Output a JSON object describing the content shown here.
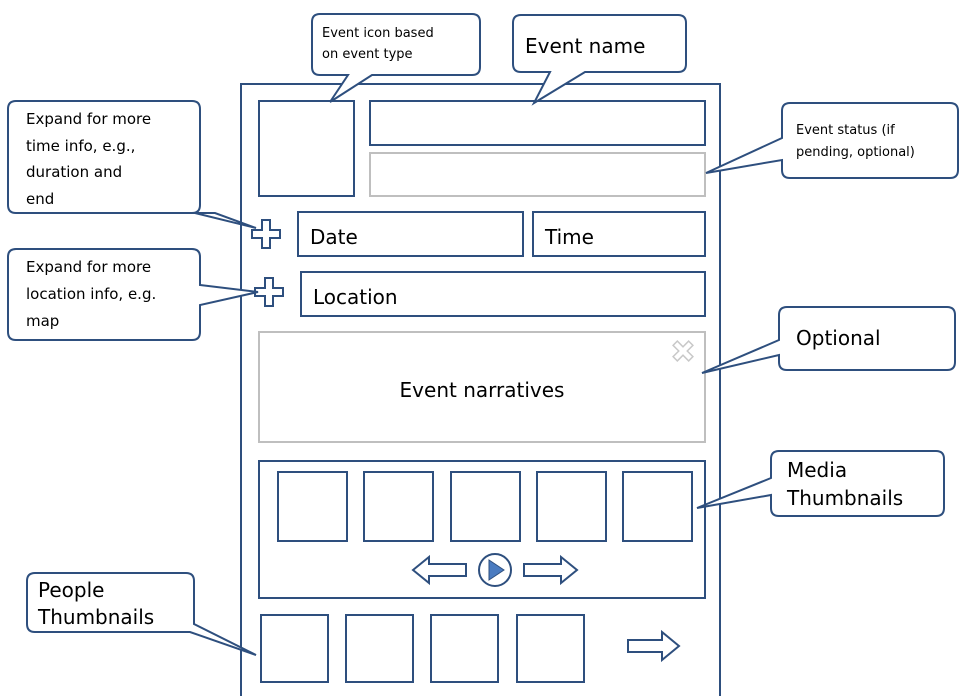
{
  "colors": {
    "stroke": "#2e4f7e",
    "placeholder_stroke": "#bfbfbf",
    "close_icon": "#c8c8c8",
    "text": "#000000",
    "background": "#ffffff"
  },
  "fields": {
    "date": "Date",
    "time": "Time",
    "location": "Location",
    "narratives": "Event narratives"
  },
  "callouts": {
    "icon": [
      "Event icon based",
      "on event type"
    ],
    "name": [
      "Event name"
    ],
    "status": [
      "Event status (if",
      "pending, optional)"
    ],
    "time_info": [
      "Expand for more",
      "time info, e.g.,",
      "duration and",
      "end"
    ],
    "location_info": [
      "Expand for more",
      "location info, e.g.",
      "map"
    ],
    "optional": [
      "Optional"
    ],
    "media": [
      "Media",
      "Thumbnails"
    ],
    "people": [
      "People",
      "Thumbnails"
    ]
  },
  "icons": {
    "expand": "plus-icon",
    "close": "close-icon",
    "prev": "left-arrow-icon",
    "play": "play-icon",
    "next": "right-arrow-icon"
  }
}
